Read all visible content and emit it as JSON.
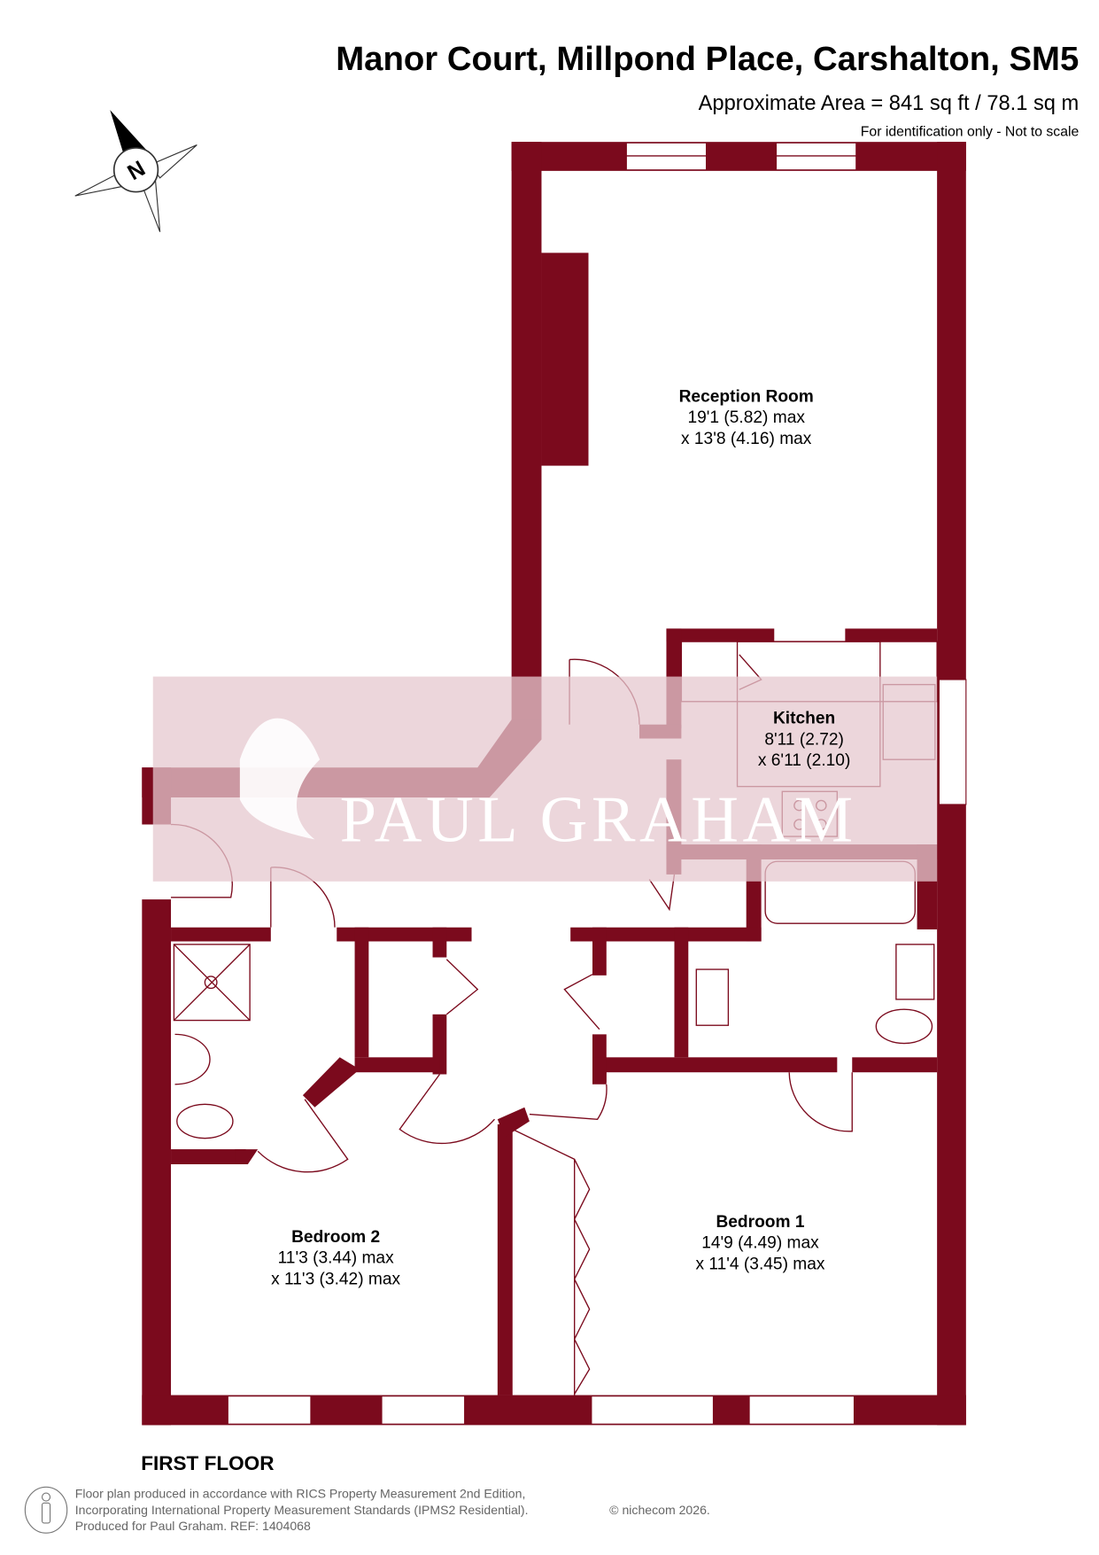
{
  "header": {
    "title": "Manor Court, Millpond Place, Carshalton, SM5",
    "area": "Approximate Area = 841 sq ft / 78.1 sq m",
    "disclaimer": "For identification only - Not to scale"
  },
  "compass": {
    "label": "N"
  },
  "watermark": {
    "text": "PAUL GRAHAM"
  },
  "rooms": [
    {
      "name": "Reception Room",
      "dim1": "19'1 (5.82) max",
      "dim2": "x 13'8 (4.16) max"
    },
    {
      "name": "Kitchen",
      "dim1": "8'11 (2.72)",
      "dim2": "x 6'11 (2.10)"
    },
    {
      "name": "Bedroom 2",
      "dim1": "11'3 (3.44) max",
      "dim2": "x 11'3 (3.42) max"
    },
    {
      "name": "Bedroom 1",
      "dim1": "14'9 (4.49) max",
      "dim2": "x 11'4 (3.45) max"
    }
  ],
  "floor_label": "FIRST FLOOR",
  "footer": {
    "line1": "Floor plan produced in accordance with RICS Property Measurement 2nd Edition,",
    "line2": "Incorporating International Property Measurement Standards (IPMS2 Residential).",
    "copyright": "© nichecom 2026.",
    "line3": "Produced for Paul Graham.    REF: 1404068"
  },
  "colors": {
    "wall": "#7b0a1d",
    "watermark_band": "#e6c8cf"
  }
}
